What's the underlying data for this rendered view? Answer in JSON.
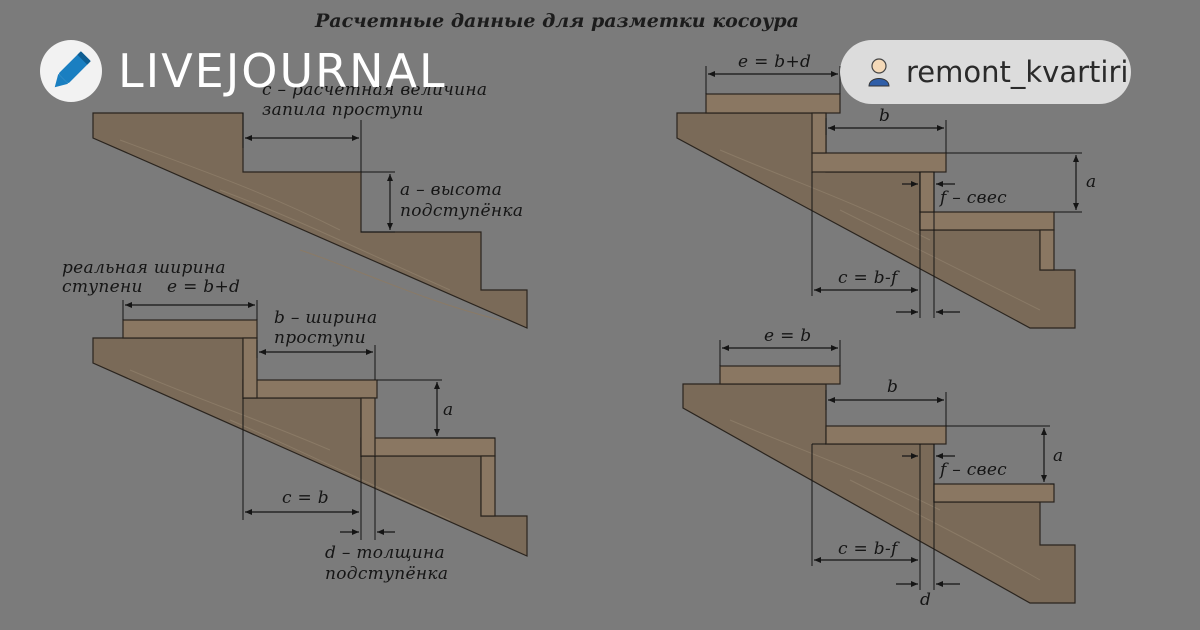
{
  "title": "Расчетные данные для разметки косоура",
  "brand": {
    "name": "LIVEJOURNAL",
    "logo_icon": "livejournal-pencil-icon"
  },
  "user": {
    "name": "remont_kvartiri",
    "icon": "user-avatar-icon"
  },
  "colors": {
    "background": "#7b7b7b",
    "stringer": "#7a6a58",
    "tread": "#8a7762",
    "line": "#151515",
    "text": "#151515"
  },
  "diagrams": {
    "top_left": {
      "cut_label_1": "c – расчетная величина",
      "cut_label_2": "запила проступи",
      "riser_label_1": "a – высота",
      "riser_label_2": "подступёнка"
    },
    "bottom_left": {
      "real_width_1": "реальная ширина",
      "real_width_2": "ступени",
      "e_formula": "e = b+d",
      "b_label_1": "b – ширина",
      "b_label_2": "проступи",
      "a": "a",
      "c_formula": "c = b",
      "d_label_1": "d – толщина",
      "d_label_2": "подступёнка"
    },
    "top_right": {
      "e_formula": "e = b+d",
      "b": "b",
      "a": "a",
      "f_label": "f – свес",
      "c_formula": "c = b-f"
    },
    "bottom_right": {
      "e_formula": "e = b",
      "b": "b",
      "a": "a",
      "f_label": "f – свес",
      "c_formula": "c = b-f",
      "d": "d"
    }
  }
}
